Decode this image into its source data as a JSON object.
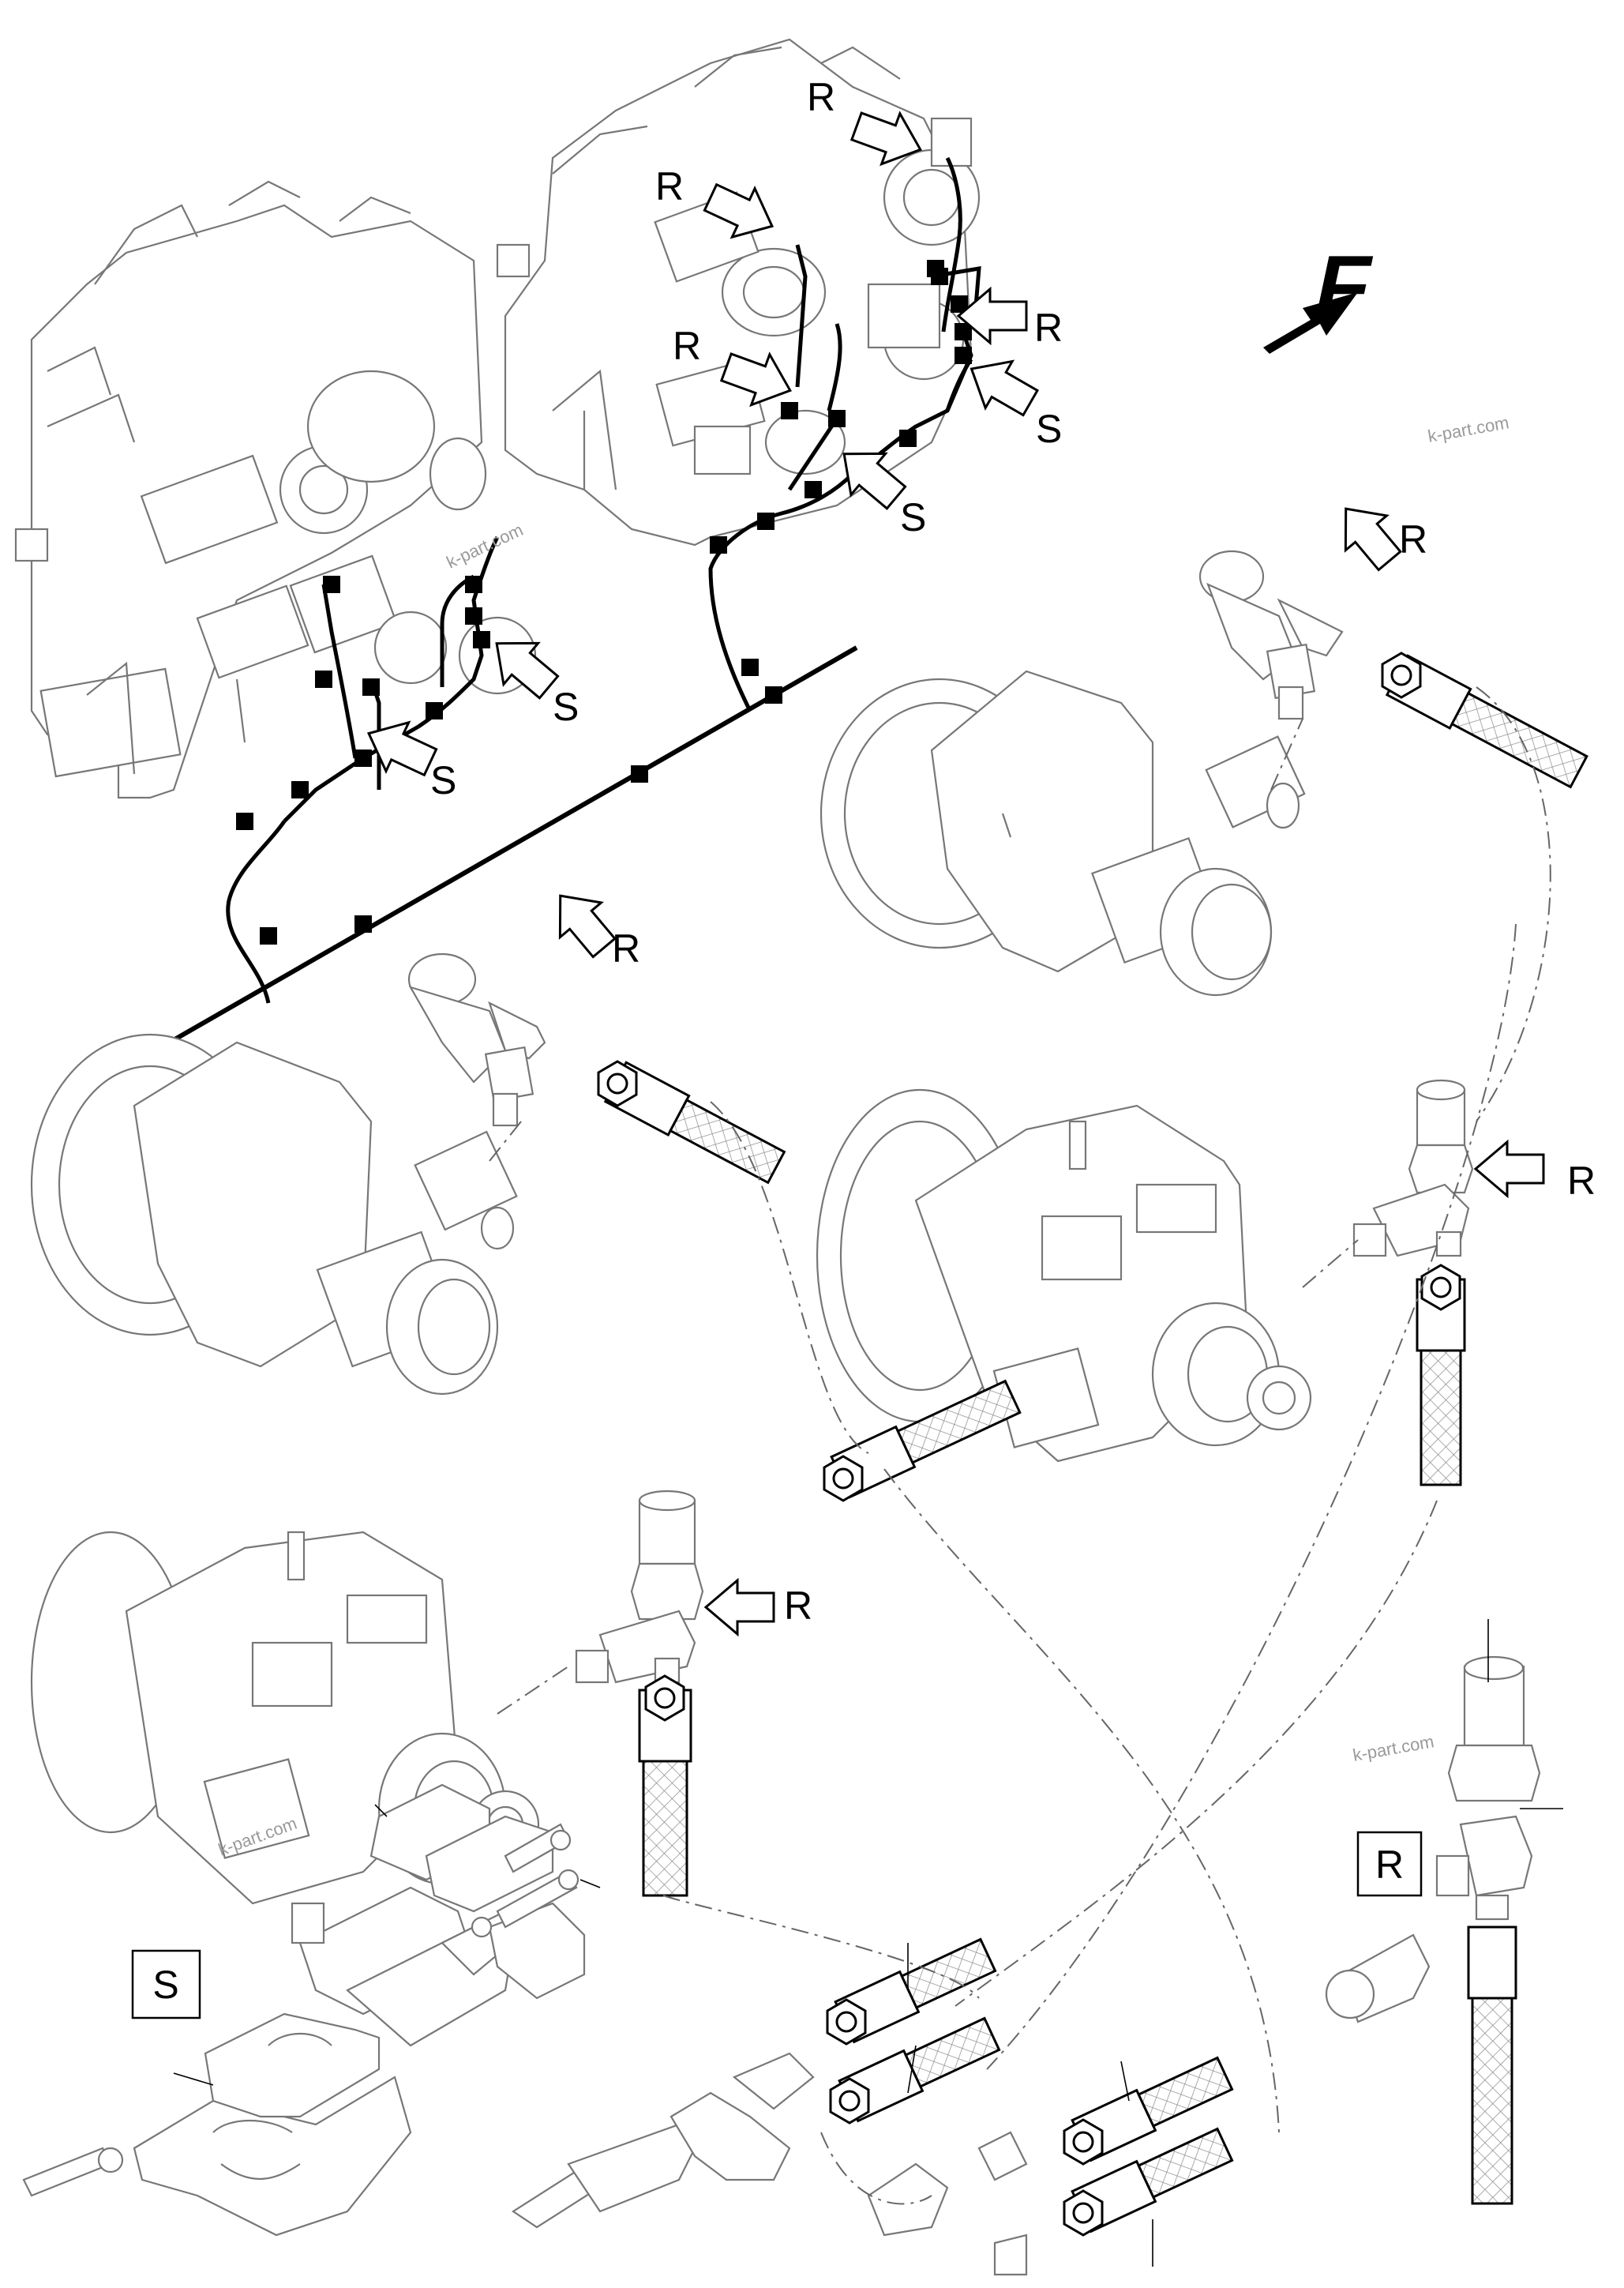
{
  "labels": {
    "direction": "F",
    "r": "R",
    "s": "S"
  },
  "callout_boxes": {
    "r": "R",
    "s": "S"
  },
  "watermarks": [
    "k-part.com",
    "k-part.com",
    "k-part.com",
    "k-part.com"
  ],
  "colors": {
    "outline": "#777777",
    "harness": "#000000",
    "background": "#ffffff"
  }
}
